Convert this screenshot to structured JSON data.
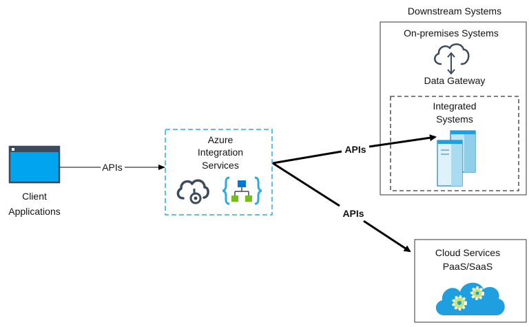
{
  "client": {
    "label_line1": "Client",
    "label_line2": "Applications",
    "icon": "browser-window-icon"
  },
  "azure": {
    "label_line1": "Azure",
    "label_line2": "Integration",
    "label_line3": "Services",
    "icons": [
      "api-management-icon",
      "logic-apps-icon"
    ]
  },
  "downstream": {
    "title": "Downstream Systems",
    "onprem": {
      "title": "On-premises Systems",
      "gateway_label": "Data Gateway",
      "gateway_icon": "cloud-gateway-icon",
      "integrated": {
        "label_line1": "Integrated",
        "label_line2": "Systems",
        "icon": "server-icon"
      }
    }
  },
  "cloud": {
    "label_line1": "Cloud Services",
    "label_line2": "PaaS/SaaS",
    "icon": "cloud-gears-icon"
  },
  "connectors": {
    "client_to_azure": "APIs",
    "azure_to_integrated": "APIs",
    "azure_to_cloud": "APIs"
  },
  "colors": {
    "azure_blue": "#00a4ef",
    "dashed_blue": "#29aae1",
    "dark_gray": "#3b4a5c",
    "cloud_blue": "#1f9ee0",
    "green": "#76bc21",
    "server_light": "#bfe4f4"
  }
}
